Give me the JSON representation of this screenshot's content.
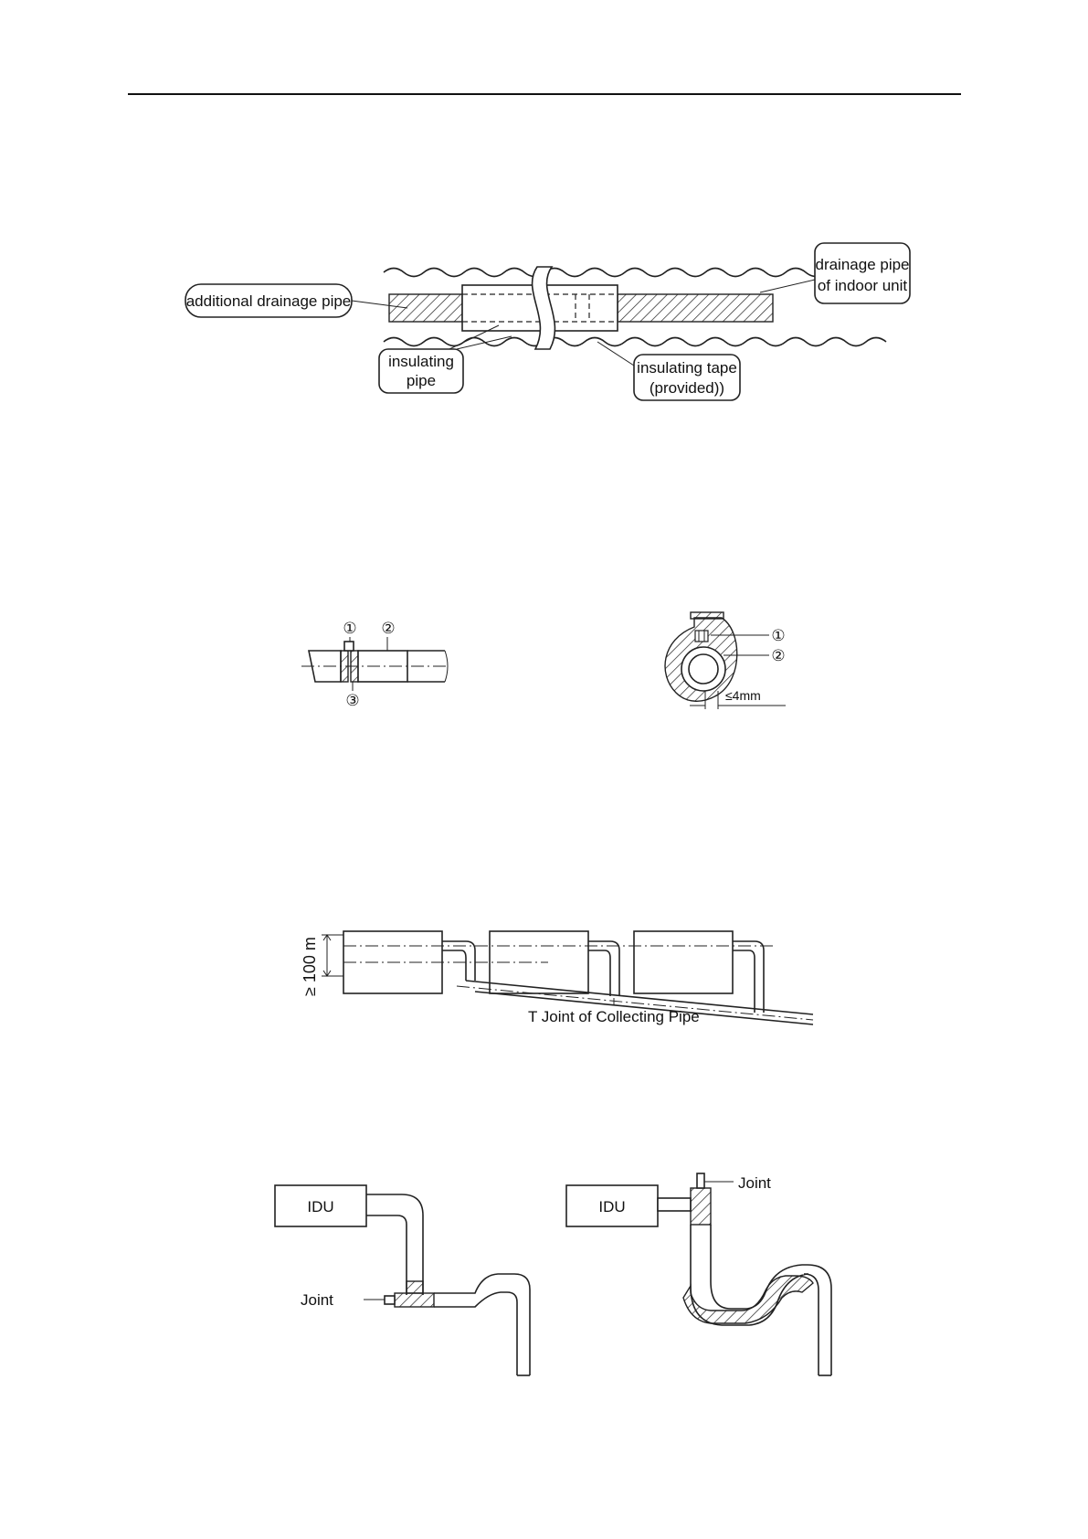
{
  "figure1": {
    "label_additional": "additional drainage pipe",
    "label_drainage_l1": "drainage pipe",
    "label_drainage_l2": "of indoor unit",
    "label_insulating_pipe_l1": "insulating",
    "label_insulating_pipe_l2": "pipe",
    "label_insulating_tape_l1": "insulating tape",
    "label_insulating_tape_l2": "(provided))"
  },
  "figure2": {
    "left_marks": [
      "①",
      "②",
      "③"
    ],
    "right_marks": [
      "①",
      "②"
    ],
    "dimension": "≤4mm"
  },
  "figure3": {
    "dimension": "≥ 100 m",
    "caption": "T Joint of Collecting Pipe"
  },
  "figure4": {
    "left_unit": "IDU",
    "left_joint": "Joint",
    "right_unit": "IDU",
    "right_joint": "Joint"
  }
}
